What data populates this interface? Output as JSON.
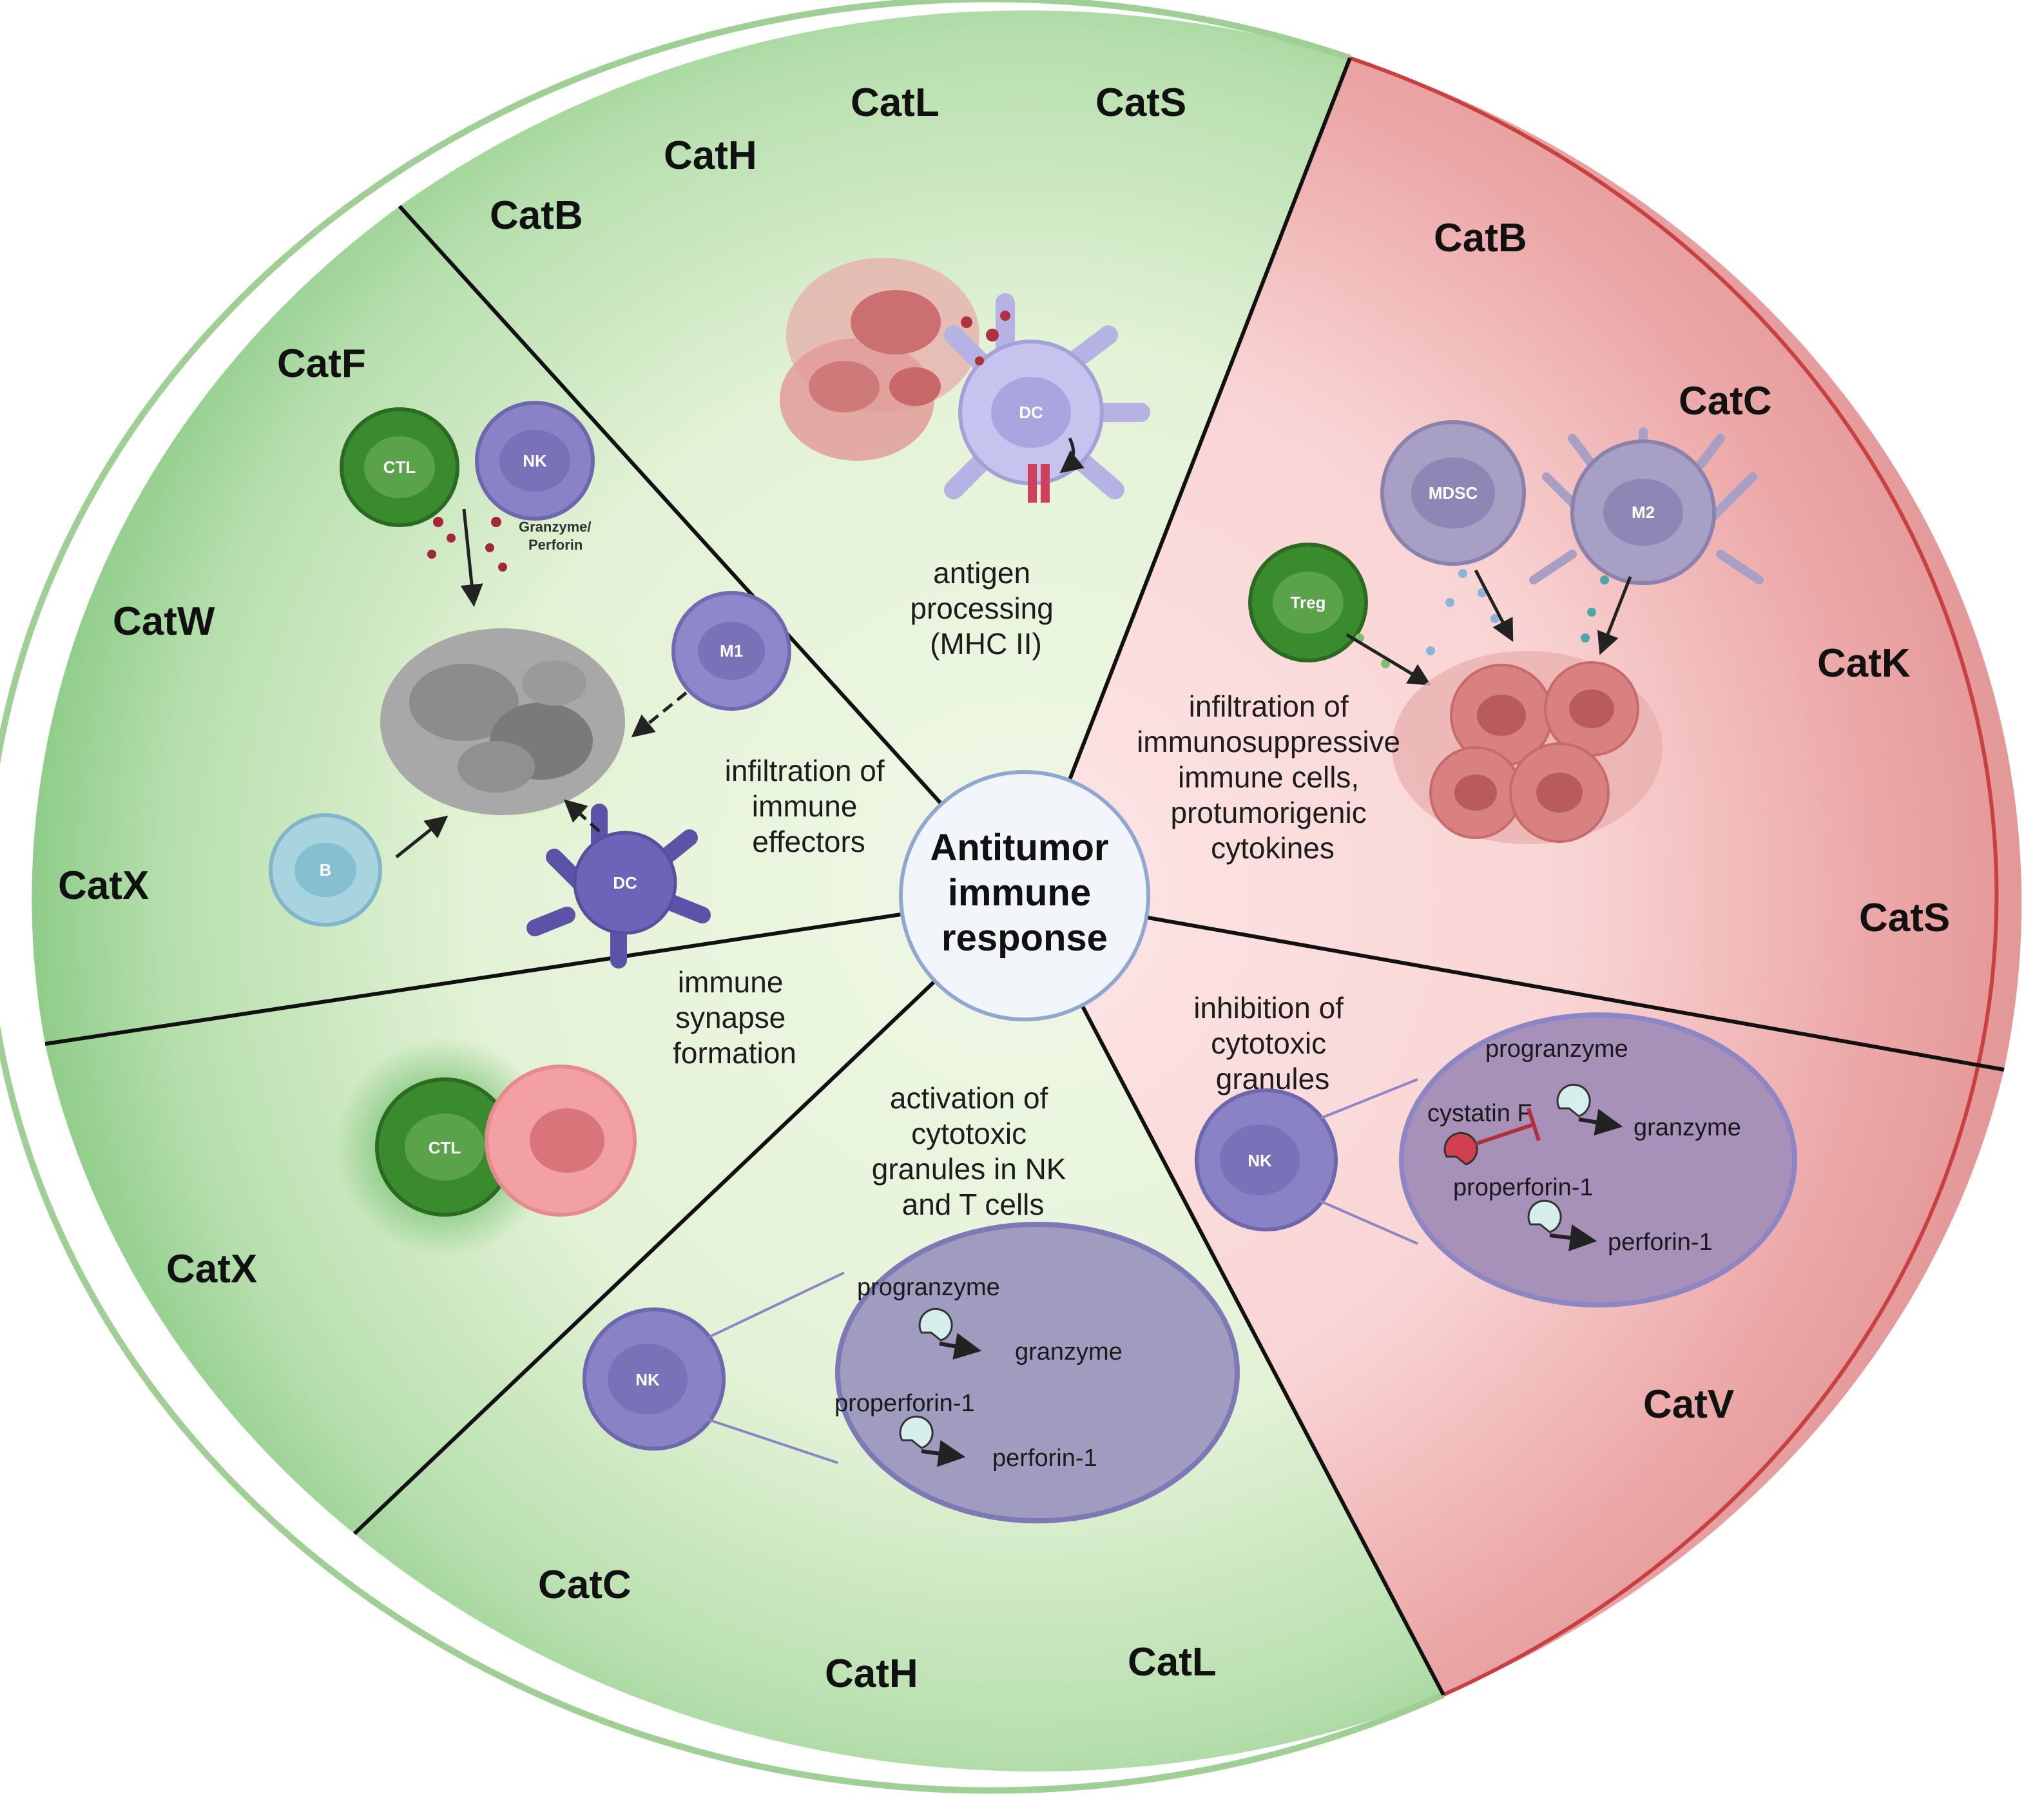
{
  "hub": {
    "line1": "Antitumor",
    "line2": "immune",
    "line3": "response"
  },
  "colors": {
    "antitumor_green": "#a8d8a0",
    "protumor_red": "#e8a0a0",
    "divider": "#111111",
    "border_red": "#c84040"
  },
  "segments": {
    "antigen": {
      "cathepsins": [
        "CatB",
        "CatH",
        "CatL",
        "CatS"
      ],
      "description": [
        "antigen",
        "processing",
        "(MHC II)"
      ],
      "cells": {
        "dc": "DC"
      }
    },
    "effectors": {
      "cathepsins": [
        "CatF",
        "CatW",
        "CatX"
      ],
      "description": [
        "infiltration of",
        "immune",
        "effectors"
      ],
      "cells": {
        "ctl": "CTL",
        "nk": "NK",
        "m1": "M1",
        "b": "B",
        "dc": "DC"
      },
      "granule_label": [
        "Granzyme/",
        "Perforin"
      ]
    },
    "synapse": {
      "cathepsins": [
        "CatX"
      ],
      "description": [
        "immune",
        "synapse",
        "formation"
      ],
      "cells": {
        "ctl": "CTL"
      }
    },
    "activation": {
      "cathepsins": [
        "CatC",
        "CatH",
        "CatL"
      ],
      "description": [
        "activation of",
        "cytotoxic",
        "granules in NK",
        "and T cells"
      ],
      "cells": {
        "nk": "NK"
      },
      "mechanism": {
        "progranzyme": "progranzyme",
        "granzyme": "granzyme",
        "properforin": "properforin-1",
        "perforin": "perforin-1"
      }
    },
    "suppressive": {
      "cathepsins": [
        "CatB",
        "CatC",
        "CatK",
        "CatS"
      ],
      "description": [
        "infiltration of",
        "immunosuppressive",
        "immune cells,",
        "protumorigenic",
        "cytokines"
      ],
      "cells": {
        "mdsc": "MDSC",
        "m2": "M2",
        "treg": "Treg"
      }
    },
    "inhibition": {
      "cathepsins": [
        "CatV"
      ],
      "description": [
        "inhibition of",
        "cytotoxic",
        "granules"
      ],
      "cells": {
        "nk": "NK"
      },
      "mechanism": {
        "progranzyme": "progranzyme",
        "inhibitor": "cystatin F",
        "granzyme": "granzyme",
        "properforin": "properforin-1",
        "perforin": "perforin-1"
      }
    }
  }
}
